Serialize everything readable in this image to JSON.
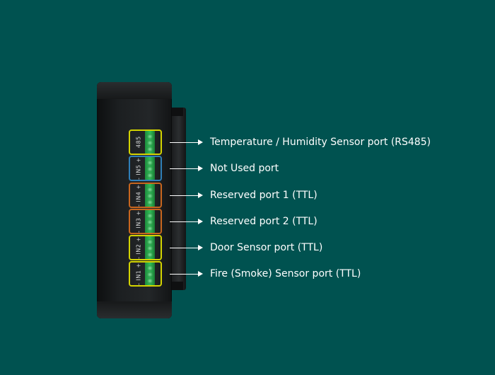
{
  "ports": [
    {
      "label": "485",
      "description": "Temperature / Humidity Sensor port (RS485)",
      "box_color": "#d4d400"
    },
    {
      "label": "- IN5 +",
      "description": "Not Used port",
      "box_color": "#2f7fb8"
    },
    {
      "label": "- IN4 +",
      "description": "Reserved port 1 (TTL)",
      "box_color": "#c8661e"
    },
    {
      "label": "- IN3 +",
      "description": "Reserved port 2 (TTL)",
      "box_color": "#c8661e"
    },
    {
      "label": "- IN2 +",
      "description": "Door Sensor port (TTL)",
      "box_color": "#d4d400"
    },
    {
      "label": "- IN1 +",
      "description": "Fire (Smoke) Sensor port (TTL)",
      "box_color": "#d4d400"
    }
  ]
}
